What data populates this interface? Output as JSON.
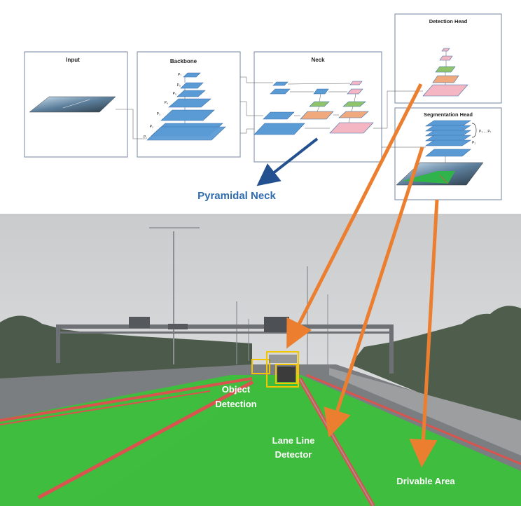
{
  "architecture": {
    "panels": {
      "input": "Input",
      "backbone": "Backbone",
      "neck": "Neck",
      "detection_head": "Detection Head",
      "segmentation_head": "Segmentation Head"
    },
    "pyramid_labels": [
      "P₁",
      "P₂",
      "P₃",
      "P₄",
      "P₅",
      "P₆",
      "P₇"
    ],
    "seg_range_label": "P₃ ... P₇",
    "seg_p2_label": "P₂"
  },
  "annotations": {
    "pyramidal_neck": "Pyramidal Neck",
    "object_detection_line1": "Object",
    "object_detection_line2": "Detection",
    "lane_line1": "Lane Line",
    "lane_line2": "Detector",
    "drivable_area": "Drivable Area"
  },
  "colors": {
    "arrow_orange": "#ec7f2f",
    "arrow_blue": "#23508e",
    "pyramid_blue": "#5b9bd5",
    "drivable_green": "#3fbd3f",
    "lane_red": "#d9534f",
    "box_yellow": "#f2c500"
  }
}
